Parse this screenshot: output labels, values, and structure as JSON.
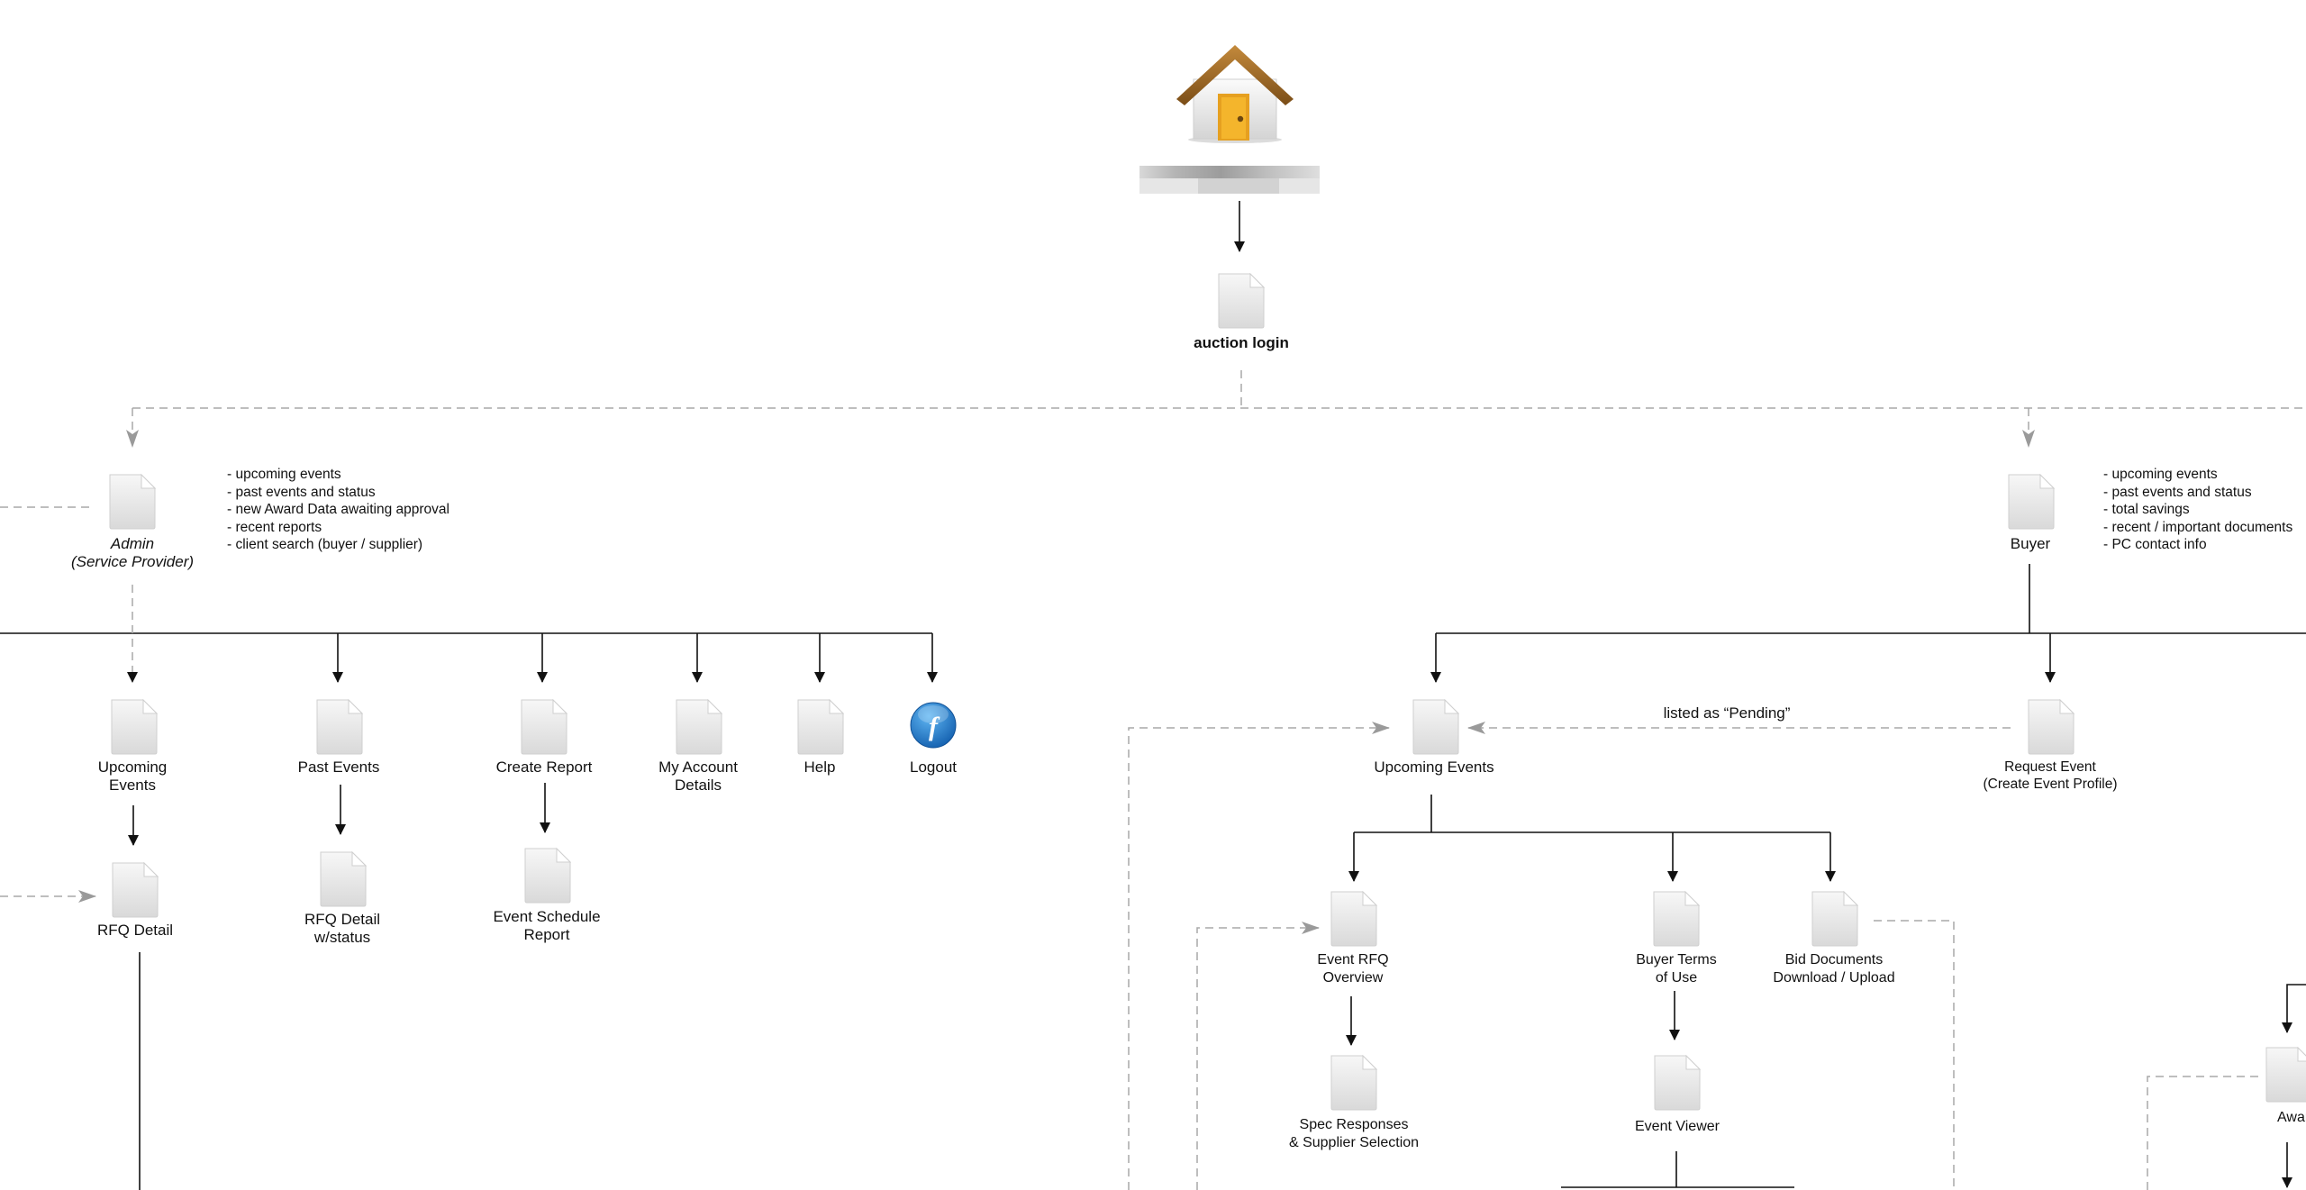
{
  "home": {
    "icon": "house-icon",
    "name_redacted": true
  },
  "nodes": {
    "auction_login": "auction login",
    "admin": [
      "Admin",
      "(Service Provider)"
    ],
    "buyer": "Buyer",
    "admin_upcoming_events": [
      "Upcoming",
      "Events"
    ],
    "admin_past_events": "Past Events",
    "admin_create_report": "Create Report",
    "admin_my_account": [
      "My Account",
      "Details"
    ],
    "admin_help": "Help",
    "admin_logout": "Logout",
    "admin_rfq_detail": "RFQ Detail",
    "admin_rfq_detail_status": [
      "RFQ Detail",
      "w/status"
    ],
    "admin_event_schedule_report": [
      "Event Schedule",
      "Report"
    ],
    "buyer_upcoming_events": "Upcoming Events",
    "buyer_request_event": [
      "Request Event",
      "(Create Event Profile)"
    ],
    "buyer_event_rfq_overview": [
      "Event RFQ",
      "Overview"
    ],
    "buyer_terms": [
      "Buyer Terms",
      "of Use"
    ],
    "buyer_bid_documents": [
      "Bid Documents",
      "Download / Upload"
    ],
    "buyer_spec_responses": [
      "Spec Responses",
      "& Supplier Selection"
    ],
    "buyer_event_viewer": "Event Viewer",
    "buyer_award_partial": "Award Cor"
  },
  "notes": {
    "admin": [
      "- upcoming events",
      "- past events and status",
      "- new Award Data awaiting approval",
      "- recent reports",
      "- client search (buyer / supplier)"
    ],
    "buyer": [
      "- upcoming events",
      "- past events and status",
      "- total savings",
      "- recent / important documents",
      "- PC contact info"
    ]
  },
  "edge_labels": {
    "pending": "listed as “Pending”"
  },
  "icons": {
    "page": "page-icon",
    "logout": "logout-icon"
  },
  "colors": {
    "solid_line": "#111111",
    "dashed_line": "#aaaaaa",
    "page_fill": "#e9e9e9",
    "logout_blue": "#1e7fd0",
    "roof": "#9a6a2a",
    "door": "#f1a21b"
  }
}
